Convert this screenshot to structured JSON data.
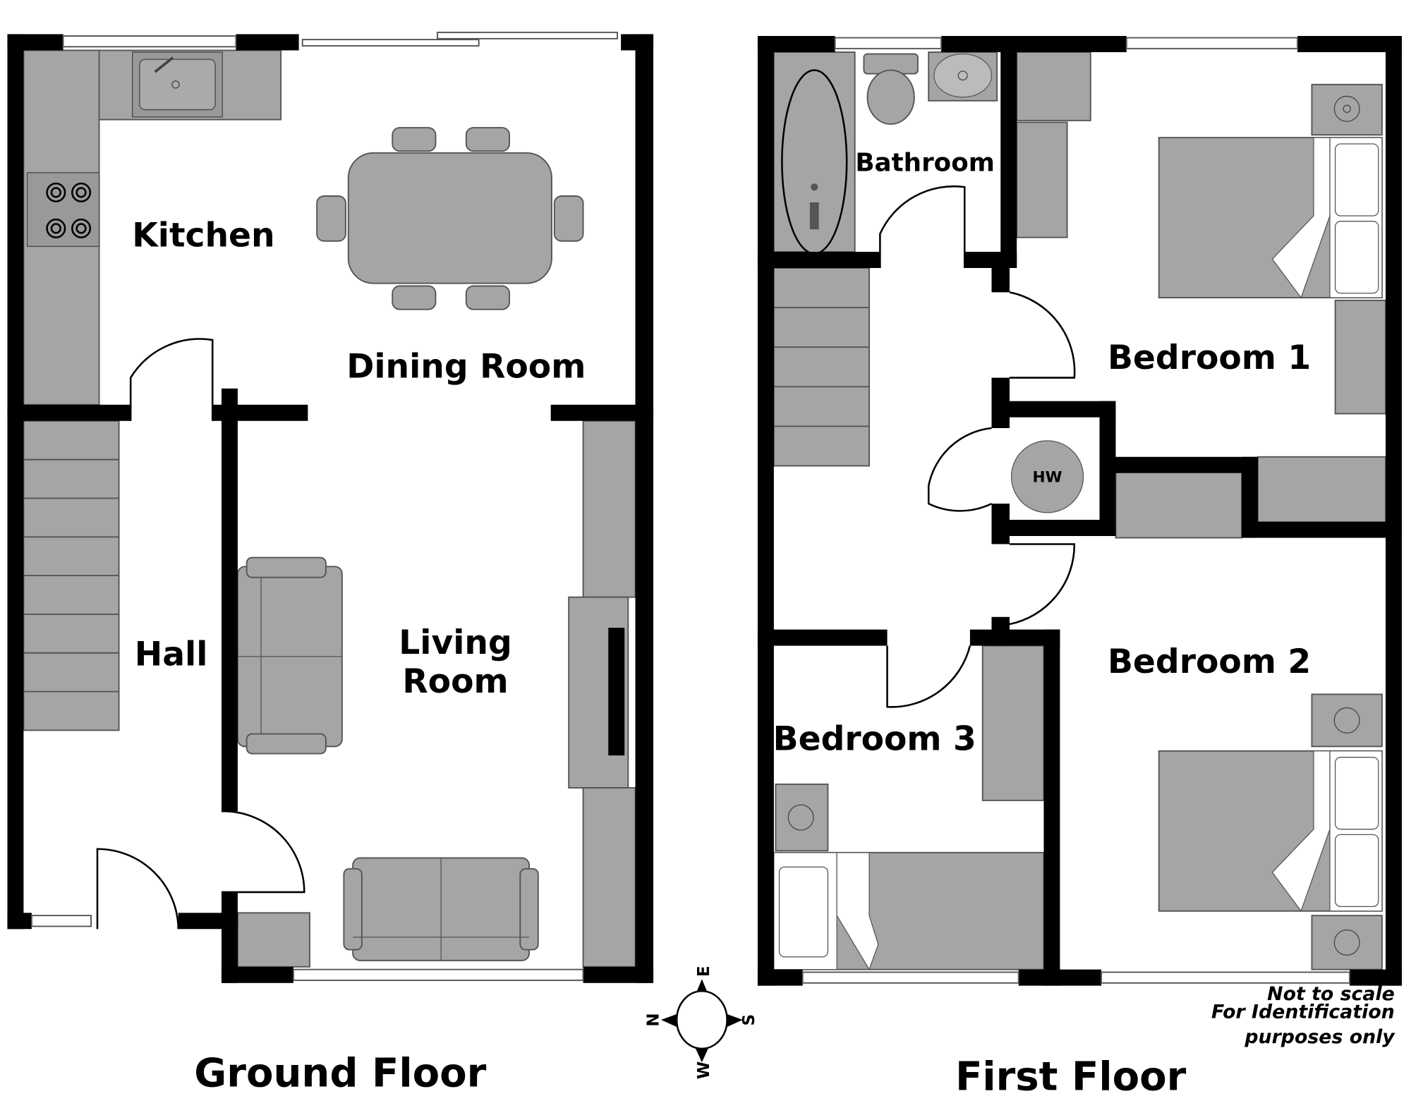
{
  "ground_floor": {
    "title": "Ground Floor",
    "rooms": {
      "kitchen": "Kitchen",
      "dining_room": "Dining Room",
      "hall": "Hall",
      "living_room_line1": "Living",
      "living_room_line2": "Room"
    }
  },
  "first_floor": {
    "title": "First Floor",
    "rooms": {
      "bathroom": "Bathroom",
      "bedroom1": "Bedroom 1",
      "bedroom2": "Bedroom 2",
      "bedroom3": "Bedroom 3",
      "hot_water": "HW"
    }
  },
  "compass": {
    "north": "N",
    "east": "E",
    "south": "S",
    "west": "W"
  },
  "disclaimer": {
    "line1": "Not to scale",
    "line2": "For Identification",
    "line3": "purposes only"
  }
}
